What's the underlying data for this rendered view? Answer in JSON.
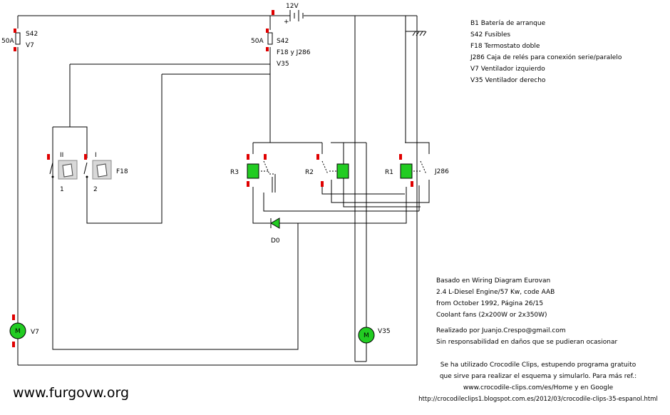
{
  "battery": {
    "voltage": "12V",
    "plus": "+"
  },
  "fuses": {
    "left": {
      "rating": "50A",
      "name": "S42",
      "load": "V7"
    },
    "right": {
      "rating": "50A",
      "name": "S42",
      "load": "F18 y J286",
      "out": "V35"
    }
  },
  "thermo_switch": {
    "name": "F18",
    "pos_ii": "II",
    "pos_i": "I",
    "pin1": "1",
    "pin2": "2"
  },
  "relays": {
    "r1": "R1",
    "r2": "R2",
    "r3": "R3",
    "box": "J286"
  },
  "diode": "D0",
  "motors": {
    "left": "V7",
    "right": "V35",
    "symbol": "M"
  },
  "legend": [
    "B1 Batería de arranque",
    "S42 Fusibles",
    "F18 Termostato doble",
    "J286 Caja de relés para conexión serie/paralelo",
    "V7 Ventilador izquierdo",
    "V35 Ventilador derecho"
  ],
  "notes": {
    "based": [
      "Basado en Wiring Diagram Eurovan",
      "2.4 L-Diesel Engine/57 Kw, code AAB",
      "from October 1992, Página 26/15",
      "Coolant fans (2x200W or 2x350W)"
    ],
    "author": [
      "Realizado por Juanjo.Crespo@gmail.com",
      "Sin responsabilidad en daños que se pudieran ocasionar"
    ],
    "software": [
      "Se ha utilizado Crocodile Clips, estupendo programa gratuito",
      "que sirve para realizar el esquema y simularlo. Para más ref.:",
      "www.crocodile-clips.com/es/Home      y en Google",
      "http://crocodileclips1.blogspot.com.es/2012/03/crocodile-clips-35-espanol.html"
    ]
  },
  "website": "www.furgovw.org"
}
